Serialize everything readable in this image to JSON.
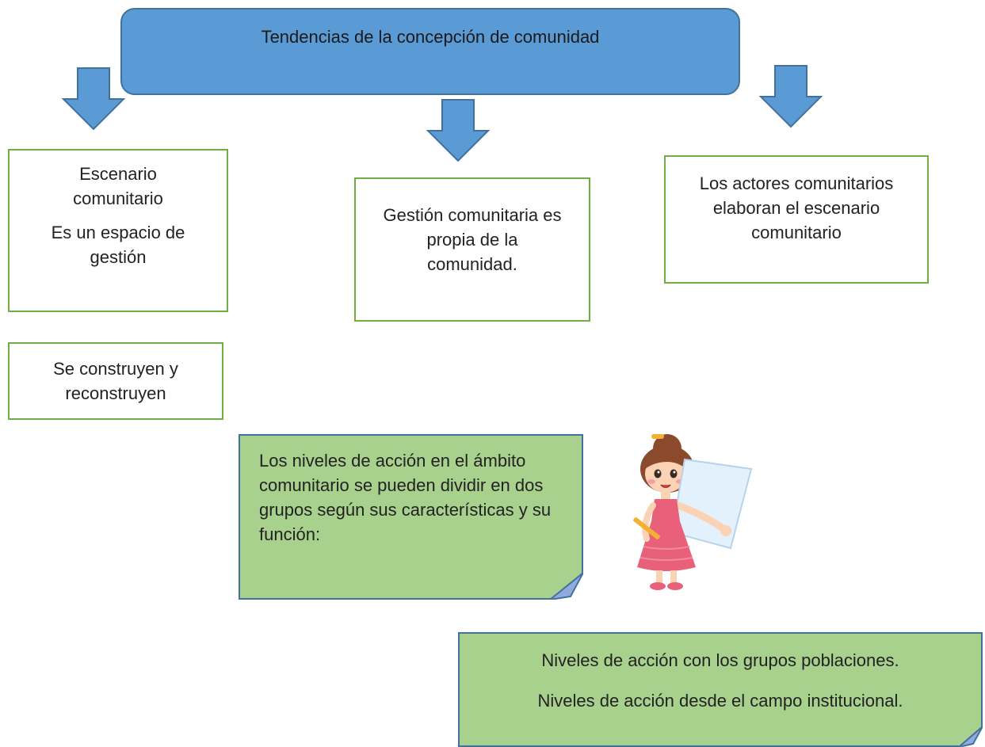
{
  "diagram": {
    "title": "Tendencias de la concepción de comunidad",
    "boxes": {
      "escenario": {
        "line1": "Escenario comunitario",
        "line2": "Es un espacio de gestión"
      },
      "reconstruyen": "Se construyen y reconstruyen",
      "gestion": "Gestión comunitaria es propia de la comunidad.",
      "actores": "Los actores comunitarios elaboran el escenario comunitario"
    },
    "notes": {
      "niveles_intro": "Los niveles de acción en el ámbito comunitario se pueden dividir en dos grupos según sus características y su función:",
      "niveles_list": [
        "Niveles de acción con los grupos poblaciones.",
        "Niveles de acción desde el campo institucional."
      ]
    },
    "colors": {
      "title_fill": "#5b9bd5",
      "title_border": "#41719c",
      "box_border": "#70ad47",
      "note_fill": "#a9d18e",
      "arrow_fill": "#5b9bd5"
    },
    "illustration": "girl-holding-paper-illustration"
  }
}
